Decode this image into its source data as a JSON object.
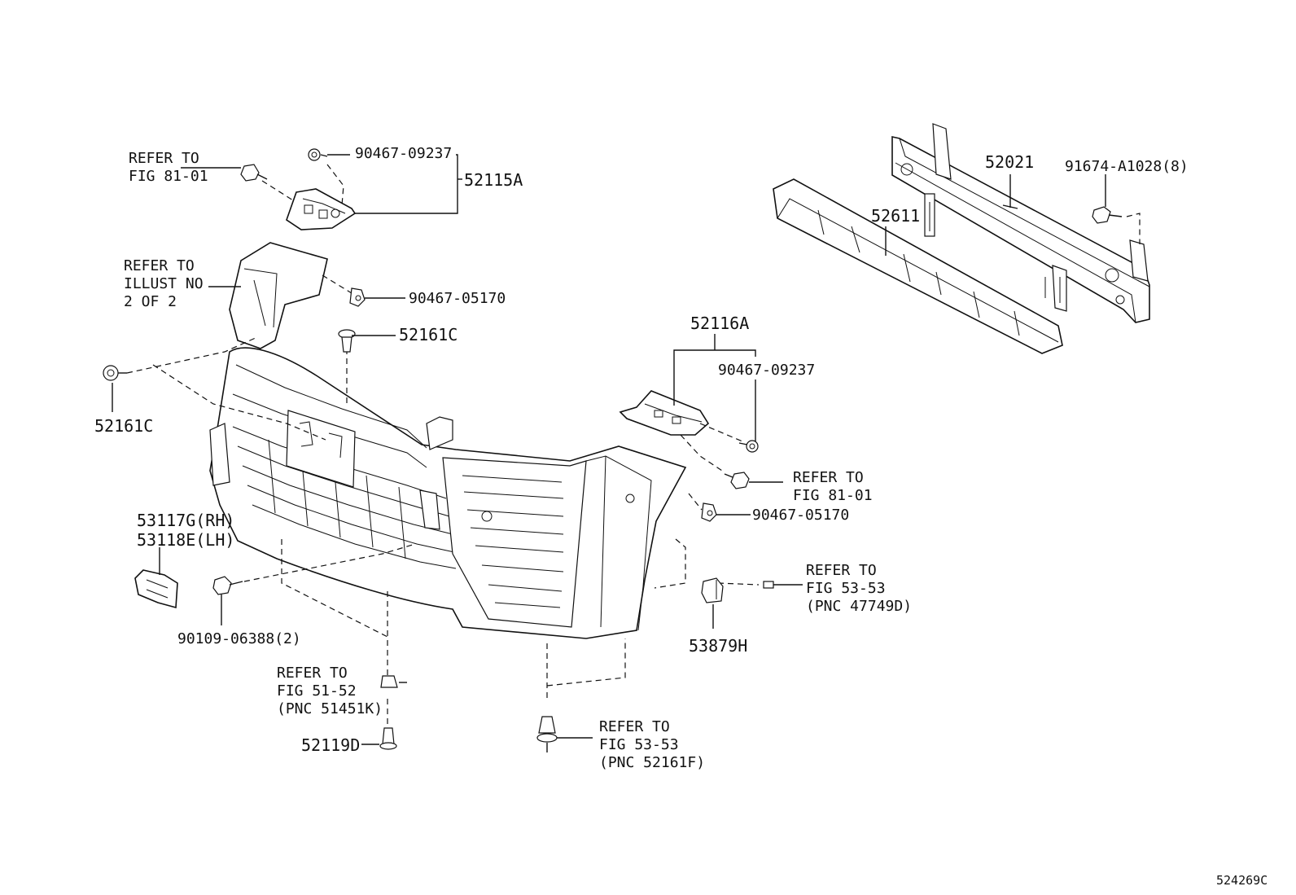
{
  "diagram": {
    "figure_id": "524269C",
    "labels": {
      "refer_81_01_top_l1": "REFER TO",
      "refer_81_01_top_l2": "FIG 81-01",
      "p_90467_09237_top": "90467-09237",
      "p_52115A": "52115A",
      "refer_illust_l1": "REFER TO",
      "refer_illust_l2": "ILLUST NO",
      "refer_illust_l3": "2 OF 2",
      "p_90467_05170_top": "90467-05170",
      "p_52161C_mid": "52161C",
      "p_52161C_left": "52161C",
      "p_52021": "52021",
      "p_91674": "91674-A1028(8)",
      "p_52611": "52611",
      "p_52116A": "52116A",
      "p_90467_09237_right": "90467-09237",
      "refer_81_01_right_l1": "REFER TO",
      "refer_81_01_right_l2": "FIG 81-01",
      "p_90467_05170_right": "90467-05170",
      "p_53117G": "53117G(RH)",
      "p_53118E": "53118E(LH)",
      "refer_53_53_a_l1": "REFER TO",
      "refer_53_53_a_l2": "FIG 53-53",
      "refer_53_53_a_l3": "(PNC 47749D)",
      "p_53879H": "53879H",
      "p_90109": "90109-06388(2)",
      "refer_51_52_l1": "REFER TO",
      "refer_51_52_l2": "FIG 51-52",
      "refer_51_52_l3": "(PNC 51451K)",
      "p_52119D": "52119D",
      "refer_53_53_b_l1": "REFER TO",
      "refer_53_53_b_l2": "FIG 53-53",
      "refer_53_53_b_l3": "(PNC 52161F)"
    }
  }
}
